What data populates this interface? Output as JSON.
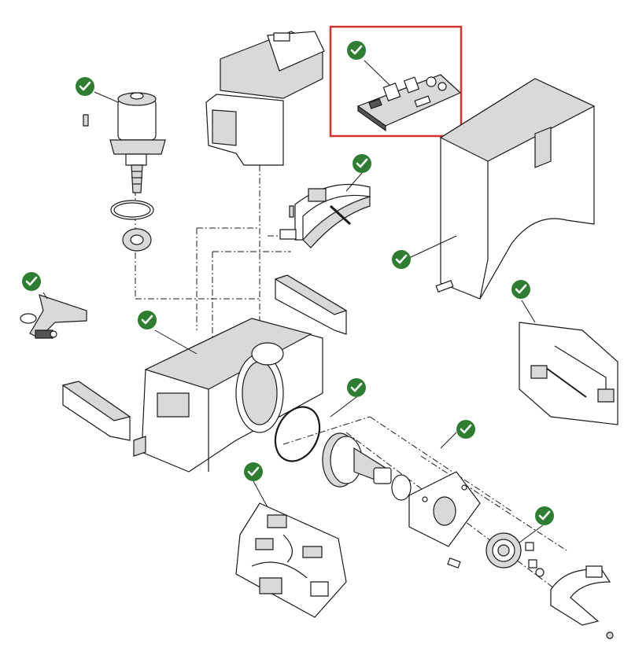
{
  "diagram": {
    "palette": {
      "line": "#1a1a1a",
      "shade": "#d9d9d9",
      "dark": "#555555",
      "paper": "#ffffff",
      "check_fill": "#2e7d32",
      "check_mark": "#ffffff",
      "highlight": "#d32f2f"
    },
    "check_icon": "check-circle-icon",
    "parts": [
      {
        "id": "gear-motor"
      },
      {
        "id": "motor-mount-frame"
      },
      {
        "id": "control-board",
        "selected": true
      },
      {
        "id": "limit-switch-bracket"
      },
      {
        "id": "cover-housing"
      },
      {
        "id": "release-handle"
      },
      {
        "id": "base-housing"
      },
      {
        "id": "o-ring-seal"
      },
      {
        "id": "gear-shaft-flange"
      },
      {
        "id": "brush-assembly"
      },
      {
        "id": "pinion-gear"
      },
      {
        "id": "capacitor-bracket"
      }
    ]
  }
}
